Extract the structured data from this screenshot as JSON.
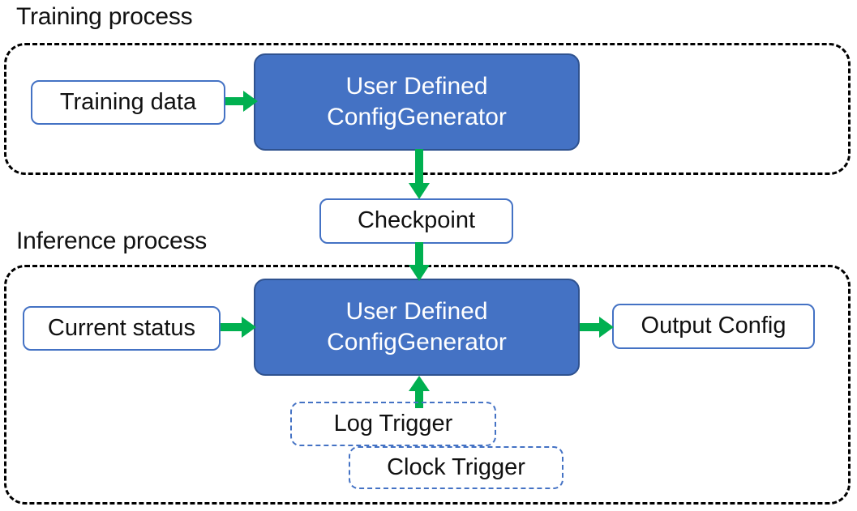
{
  "diagram": {
    "title_training": "Training process",
    "title_inference": "Inference process",
    "accent_colors": {
      "process_fill": "#4472C4",
      "process_border": "#2F528F",
      "box_border": "#4472C4",
      "arrow_green": "#00B050",
      "group_border": "#000000",
      "text_dark": "#111111",
      "text_light": "#FFFFFF",
      "canvas_background": "#FFFFFF"
    },
    "training": {
      "input_box": "Training data",
      "process_line1": "User Defined",
      "process_line2": "ConfigGenerator"
    },
    "bridge": {
      "checkpoint_box": "Checkpoint"
    },
    "inference": {
      "input_box": "Current status",
      "process_line1": "User Defined",
      "process_line2": "ConfigGenerator",
      "output_box": "Output Config",
      "trigger_log": "Log Trigger",
      "trigger_clock": "Clock Trigger"
    },
    "arrows": [
      {
        "name": "training-data-to-generator",
        "direction": "right",
        "from": "Training data",
        "to": "User Defined ConfigGenerator"
      },
      {
        "name": "generator-to-checkpoint",
        "direction": "down",
        "from": "User Defined ConfigGenerator",
        "to": "Checkpoint"
      },
      {
        "name": "checkpoint-to-generator",
        "direction": "down",
        "from": "Checkpoint",
        "to": "User Defined ConfigGenerator"
      },
      {
        "name": "status-to-generator",
        "direction": "right",
        "from": "Current status",
        "to": "User Defined ConfigGenerator"
      },
      {
        "name": "generator-to-output",
        "direction": "right",
        "from": "User Defined ConfigGenerator",
        "to": "Output Config"
      },
      {
        "name": "trigger-to-generator",
        "direction": "up",
        "from": "Log Trigger",
        "to": "User Defined ConfigGenerator"
      }
    ]
  }
}
